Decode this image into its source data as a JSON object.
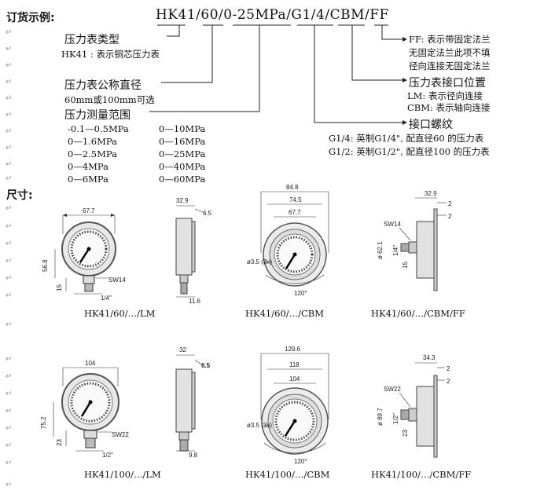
{
  "section_order": {
    "title": "订货示例:"
  },
  "order_code": {
    "model": "HK41",
    "dia": "/60/",
    "range": "0-25MPa",
    "thread": "/G1/4/",
    "conn": "CBM",
    "flange": "/FF"
  },
  "legend": {
    "type_title": "压力表类型",
    "type_desc": "HK41 :  表示铜芯压力表",
    "dia_title": "压力表公称直径",
    "dia_desc": "60mm或100mm可选",
    "range_title": "压力测量范围",
    "ranges_left": [
      "-0.1—0.5MPa",
      "0—1.6MPa",
      "0—2.5MPa",
      "0—4MPa",
      "0—6MPa"
    ],
    "ranges_right": [
      "0—10MPa",
      "0—16MPa",
      "0—25MPa",
      "0—40MPa",
      "0—60MPa"
    ],
    "ff_title": "FF:  表示带固定法兰",
    "ff_desc1": "无固定法兰此项不填",
    "ff_desc2": "径向连接无固定法兰",
    "conn_title": "压力表接口位置",
    "conn_lm": "LM:  表示径向连接",
    "conn_cbm": "CBM:  表示轴向连接",
    "thread_title": "接口螺纹",
    "thread_g14": "G1/4:  英制G1/4\",  配直径60 的压力表",
    "thread_g12": "G1/2:  英制G1/2\",  配直径100 的压力表"
  },
  "section_dims": {
    "title": "尺寸:"
  },
  "drawings_60": {
    "lm_front": {
      "width": "67.7",
      "height": "56.8",
      "stem": "15",
      "wrench": "SW14",
      "thread": "1/4\""
    },
    "lm_side": {
      "depth": "32.9",
      "rim": "6.5",
      "bottom": "11.6"
    },
    "cbm_front": {
      "outer": "84.8",
      "mid": "74.5",
      "inner": "67.7",
      "holes": "ø3.5 (3x)",
      "angle": "120°"
    },
    "ff_side": {
      "depth": "32.9",
      "g1": "2",
      "g2": "2",
      "wrench": "SW14",
      "dia": "ø 62.1",
      "thread": "1/4\"",
      "stem": "15"
    }
  },
  "drawings_100": {
    "lm_front": {
      "width": "104",
      "height": "75.2",
      "stem": "23",
      "wrench": "SW22",
      "thread": "1/2\""
    },
    "lm_side": {
      "depth": "32",
      "rim": "6.5",
      "bottom": "9.8"
    },
    "cbm_front": {
      "outer": "129.6",
      "mid": "118",
      "inner": "104",
      "holes": "ø3.5 (3x)",
      "angle": "120°"
    },
    "ff_side": {
      "depth": "34.3",
      "g1": "2",
      "g2": "2",
      "wrench": "SW22",
      "dia": "ø 89.7",
      "thread": "1/2\"",
      "stem": "23"
    }
  },
  "captions": {
    "r1_lm": "HK41/60/…/LM",
    "r1_cbm": "HK41/60/…/CBM",
    "r1_ff": "HK41/60/…/CBM/FF",
    "r2_lm": "HK41/100/…/LM",
    "r2_cbm": "HK41/100/…/CBM",
    "r2_ff": "HK41/100/…/CBM/FF"
  }
}
